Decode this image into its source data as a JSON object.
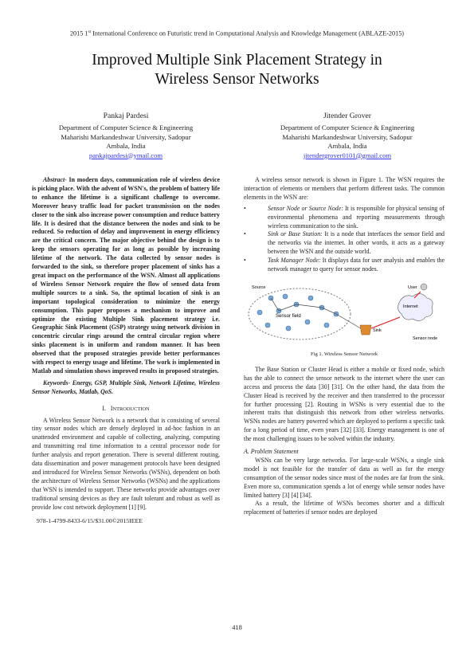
{
  "header": {
    "pre": "2015 1",
    "sup": "st",
    "post": " International Conference on Futuristic trend in Computational Analysis and Knowledge Management (ABLAZE-2015)"
  },
  "title": {
    "line1": "Improved Multiple Sink Placement Strategy in",
    "line2": "Wireless Sensor Networks"
  },
  "authors": [
    {
      "name": "Pankaj Pardesi",
      "dept": "Department of Computer Science & Engineering",
      "univ": "Maharishi Markandeshwar University, Sadopur",
      "city": "Ambala, India",
      "email": "pankajpardesi@ymail.com"
    },
    {
      "name": "Jitender Grover",
      "dept": "Department of Computer Science & Engineering",
      "univ": "Maharishi Markandeshwar University, Sadopur",
      "city": "Ambala, India",
      "email": "jitendergrover0101@gmail.com"
    }
  ],
  "abstract": {
    "label": "Abstract-",
    "text": " In modern days, communication role of wireless device is picking place. With the advent of WSN's, the problem of battery life to enhance the lifetime is a significant challenge to overcome. Moreover heavy traffic load for packet transmission on the nodes closer to the sink also increase power consumption and reduce battery life. It is desired that the distance between the nodes and sink to be reduced. So reduction of delay and improvement in energy efficiency are the critical concern. The major objective behind the design is to keep the sensors operating for as long as possible by increasing lifetime of the network. The data collected by sensor nodes is forwarded to the sink, so therefore proper placement of sinks has a great impact on the performance of the WSN. Almost all applications of Wireless Sensor Network require the flow of sensed data from multiple sources to a sink. So, the optimal location of sink is an important topological consideration to minimize the energy consumption. This paper proposes a mechanism to improve and optimize the existing Multiple Sink placement strategy i.e. Geographic Sink Placement (GSP) strategy using network division in concentric circular rings around the central circular region where sinks placement is in uniform and random manner. It has been observed that the proposed strategies provide better performances with respect to energy usage and lifetime. The work is implemented in Matlab and simulation shows improved results in proposed strategies."
  },
  "keywords": "Keywords- Energy, GSP, Multiple Sink, Network Lifetime, Wireless Sensor Networks, Matlab, QoS.",
  "section1": {
    "num": "I.",
    "cap": "I",
    "rest": "NTRODUCTION"
  },
  "intro_para": "A Wireless Sensor Network is a network that is consisting of several tiny sensor nodes which are densely deployed in ad-hoc fashion in an unattended environment and capable of collecting, analyzing, computing and transmitting real time information to a central processor node for further analysis and report generation. There is several different routing, data dissemination and power management protocols have been designed and introduced for Wireless Sensor Networks (WSNs), dependent on both the architecture of Wireless Sensor Networks (WSNs) and the applications that WSN is intended to support. These networks provide advantages over traditional sensing devices as they are fault tolerant and robust as well as provide low cost network deployment [1] [9].",
  "copyright": "978-1-4799-8433-6/15/$31.00©2015IEEE",
  "right_intro": "A wireless sensor network is shown in Figure 1. The WSN requires the interaction of elements or members that perform different tasks. The common elements in the WSN are:",
  "bullets": [
    {
      "mark": "•",
      "term": "Sensor Node or Source Node:",
      "text": " It is responsible for physical sensing of environmental phenomena and reporting measurements through wireless communication to the sink."
    },
    {
      "mark": "•",
      "term": "Sink or Base Station:",
      "text": " It is a node that interfaces the sensor field and the networks via the internet. In other words, it acts as a gateway between the WSN and the outside world."
    },
    {
      "mark": "•",
      "term": "Task Manager Node:",
      "text": " It displays data for user analysis and enables the network manager to query for sensor nodes."
    }
  ],
  "figure": {
    "labels": {
      "source": "Source",
      "sensor_field": "Sensor field",
      "sink": "Sink",
      "user": "User",
      "internet": "Internet",
      "sensor_node": "Sensor node"
    },
    "caption": "Fig 1. Wireless Sensor Network"
  },
  "right_para1": "The Base Station or Cluster Head is either a mobile or fixed node, which has the able to connect the sensor network to the internet where the user can access and process the data [30] [31]. On the other hand, the data from the Cluster Head is received by the receiver and then transferred to the processor for further processing [2]. Routing in WSNs is very essential due to the inherent traits that distinguish this network from other wireless networks. WSNs nodes are battery powered which are deployed to perform a specific task for a long period of time, even years [32] [33]. Energy management is one of the most challenging issues to be solved within the industry.",
  "subsection_a": "A. Problem Statement",
  "right_para2": "WSNs can be very large networks. For large-scale WSNs, a single sink model is not feasible for the transfer of data as well as for the energy consumption of the sensor nodes since most of the nodes are far from the sink. Even more so, communication spends a lot of energy while sensor nodes have limited battery [3] [4] [34].",
  "right_para3": "As a result, the lifetime of WSNs becomes shorter and a difficult replacement of batteries if sensor nodes are deployed",
  "page_number": "418"
}
